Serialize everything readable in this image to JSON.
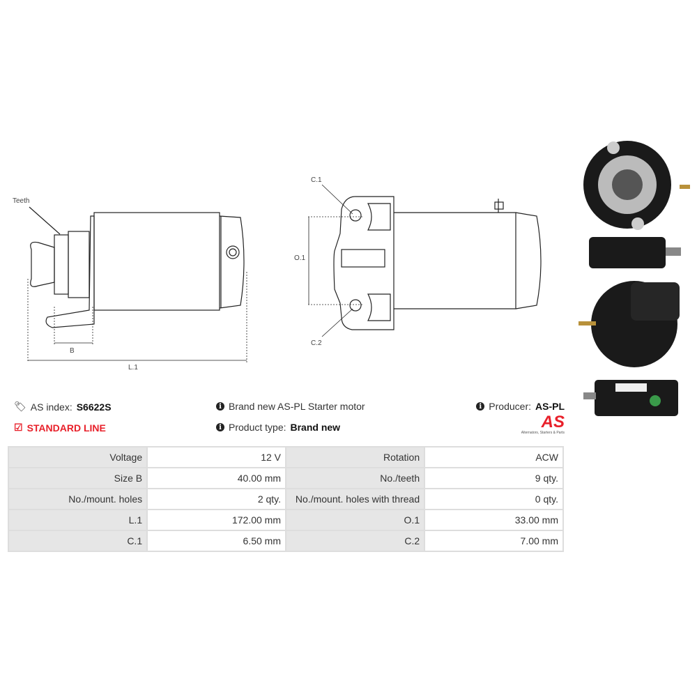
{
  "diagram_labels": {
    "teeth": "Teeth",
    "b": "B",
    "l1": "L.1",
    "c1": "C.1",
    "c2": "C.2",
    "o1": "O.1"
  },
  "info": {
    "as_index_label": "AS index:",
    "as_index_value": "S6622S",
    "line": "STANDARD LINE",
    "description": "Brand new AS-PL Starter motor",
    "product_type_label": "Product type:",
    "product_type_value": "Brand new",
    "producer_label": "Producer:",
    "producer_value": "AS-PL",
    "logo_text": "AS",
    "logo_tagline": "Alternators, Starters & Parts"
  },
  "colors": {
    "accent": "#e8202a",
    "table_label_bg": "#e6e6e6",
    "border": "#dddddd"
  },
  "specs": [
    [
      {
        "label": "Voltage",
        "value": "12 V"
      },
      {
        "label": "Rotation",
        "value": "ACW"
      }
    ],
    [
      {
        "label": "Size B",
        "value": "40.00 mm"
      },
      {
        "label": "No./teeth",
        "value": "9 qty."
      }
    ],
    [
      {
        "label": "No./mount. holes",
        "value": "2 qty."
      },
      {
        "label": "No./mount. holes with thread",
        "value": "0 qty."
      }
    ],
    [
      {
        "label": "L.1",
        "value": "172.00 mm"
      },
      {
        "label": "O.1",
        "value": "33.00 mm"
      }
    ],
    [
      {
        "label": "C.1",
        "value": "6.50 mm"
      },
      {
        "label": "C.2",
        "value": "7.00 mm"
      }
    ]
  ]
}
